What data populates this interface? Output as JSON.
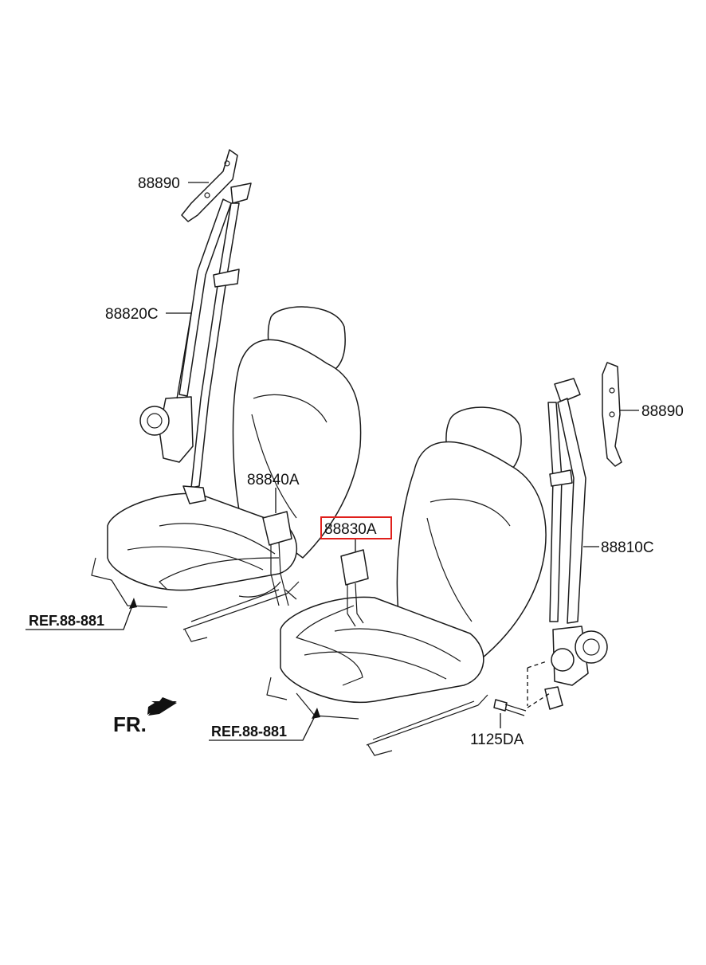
{
  "labels": {
    "upper_adjuster_left": "88890",
    "upper_adjuster_right": "88890",
    "belt_left": "88820C",
    "belt_right": "88810C",
    "buckle_left": "88840A",
    "buckle_right": "88830A",
    "bolt": "1125DA",
    "ref_left": "REF.88-881",
    "ref_right": "REF.88-881",
    "front": "FR."
  },
  "highlight": {
    "color": "#e0201c",
    "part": "88830A"
  },
  "icons": {
    "front_arrow": "arrow-left-down-icon"
  }
}
